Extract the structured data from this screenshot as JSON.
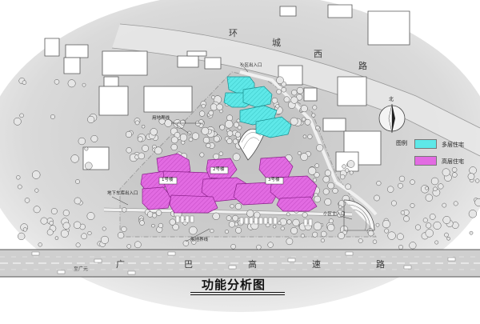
{
  "roads": {
    "north_chars": [
      "环",
      "城",
      "西",
      "路"
    ],
    "south_chars": [
      "至广元",
      "广",
      "巴",
      "高",
      "速",
      "路"
    ]
  },
  "labels": {
    "boundary_north": "用地界线",
    "boundary_south": "用地界线",
    "entrance_north": "小区出入口",
    "entrance_east": "小区主入口",
    "underground_garage": "地下车库出入口",
    "unit_a": "1号楼",
    "unit_b": "2号楼",
    "unit_c": "3号楼"
  },
  "legend": {
    "title": "图例",
    "items": [
      {
        "label": "多层住宅",
        "color": "#5ee8e8"
      },
      {
        "label": "高层住宅",
        "color": "#e26be2"
      }
    ]
  },
  "compass": {
    "label": "北"
  },
  "title": "功能分析图",
  "colors": {
    "multi_storey": "#5ee8e8",
    "high_rise": "#e26be2",
    "background": "#d0d0d0"
  }
}
